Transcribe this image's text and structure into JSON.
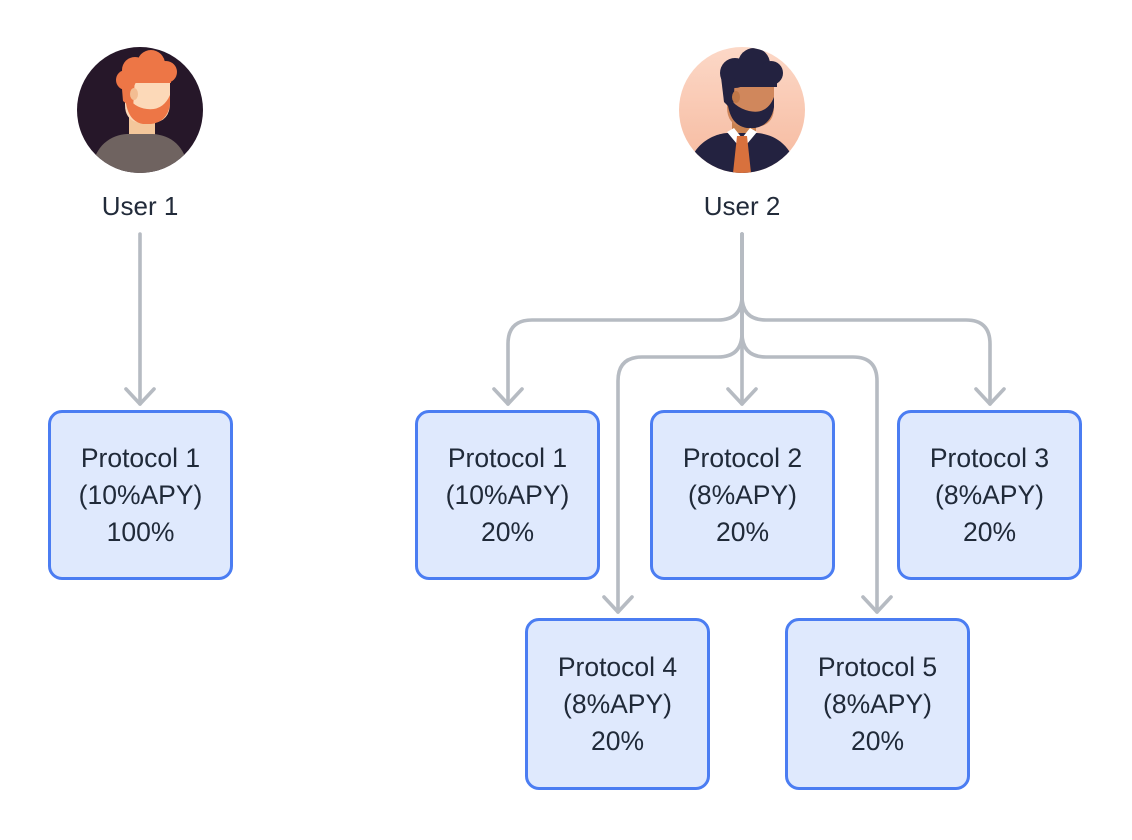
{
  "diagram": {
    "users": [
      {
        "label": "User 1"
      },
      {
        "label": "User 2"
      }
    ],
    "protocols": [
      {
        "title": "Protocol 1",
        "apy": "(10%APY)",
        "allocation": "100%"
      },
      {
        "title": "Protocol 1",
        "apy": "(10%APY)",
        "allocation": "20%"
      },
      {
        "title": "Protocol 2",
        "apy": "(8%APY)",
        "allocation": "20%"
      },
      {
        "title": "Protocol 3",
        "apy": "(8%APY)",
        "allocation": "20%"
      },
      {
        "title": "Protocol 4",
        "apy": "(8%APY)",
        "allocation": "20%"
      },
      {
        "title": "Protocol 5",
        "apy": "(8%APY)",
        "allocation": "20%"
      }
    ],
    "icons": [
      {
        "name": "user-1-avatar-icon",
        "glyph": "man, orange hair and beard, gray sweater, dark circle"
      },
      {
        "name": "user-2-avatar-icon",
        "glyph": "man, dark hair and beard, suit with orange tie, peach circle"
      },
      {
        "name": "arrow-down-icon",
        "glyph": "gray rounded connector with open chevron head"
      }
    ],
    "colors": {
      "background": "#ffffff",
      "node_fill": "#dfe9fd",
      "node_border": "#4b7df2",
      "node_text": "#202a39",
      "connector": "#b6bbc2",
      "label_text": "#222b3a",
      "avatar1_bg": "#261729",
      "avatar1_hair": "#ed7646",
      "avatar1_skin": "#fcd9b8",
      "avatar1_shirt": "#6f6360",
      "avatar2_bg": "#f9c9b2",
      "avatar2_hair": "#232240",
      "avatar2_skin": "#d0875c",
      "avatar2_tie": "#d8713d"
    }
  }
}
